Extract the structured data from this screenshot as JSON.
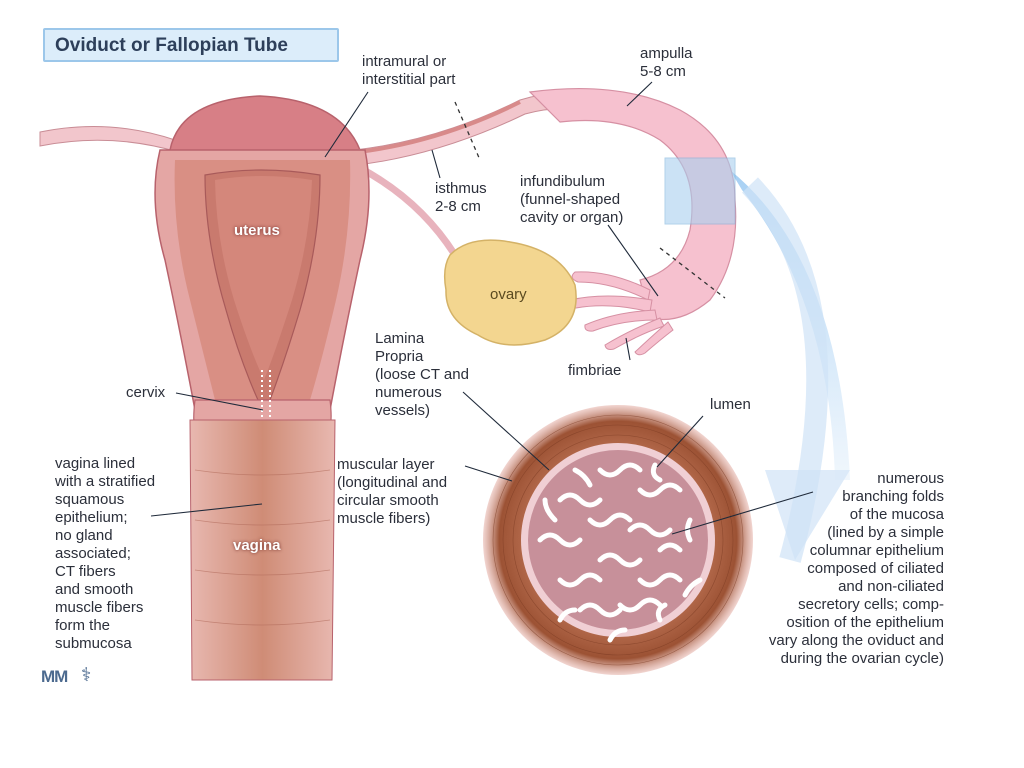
{
  "title": "Oviduct or Fallopian Tube",
  "labels": {
    "intramural": "intramural or\ninterstitial part",
    "ampulla": "ampulla\n5-8 cm",
    "isthmus": "isthmus\n2-8 cm",
    "infundibulum": "infundibulum\n(funnel-shaped\ncavity or organ)",
    "uterus": "uterus",
    "ovary": "ovary",
    "fimbriae": "fimbriae",
    "lamina_propria": "Lamina\nPropria\n(loose CT and\nnumerous\nvessels)",
    "lumen": "lumen",
    "cervix": "cervix",
    "muscular_layer": "muscular layer\n(longitudinal and\ncircular smooth\nmuscle fibers)",
    "vagina_desc": "vagina lined\nwith a stratified\nsquamous\nepithelium;\nno gland\nassociated;\nCT fibers\nand smooth\nmuscle fibers\nform the\nsubmucosa",
    "vagina": "vagina",
    "folds": "numerous\nbranching folds\nof the mucosa\n(lined by a simple\ncolumnar epithelium\ncomposed of ciliated\nand non-ciliated\nsecretory cells; comp-\nosition of the epithelium\nvary along the oviduct and\nduring the ovarian cycle)"
  },
  "logo": "MM",
  "logo_mark": "⚕",
  "colors": {
    "tissue_pink": "#f2c6cc",
    "tissue_dark": "#d88a8a",
    "uterine_cavity": "#d98f84",
    "ovary": "#f3d690",
    "muscle_ring": "#a55a3c",
    "lumen_bg": "#c7909a",
    "arrow_blue": "#cfe3f7",
    "title_bg": "#dcedfa"
  }
}
